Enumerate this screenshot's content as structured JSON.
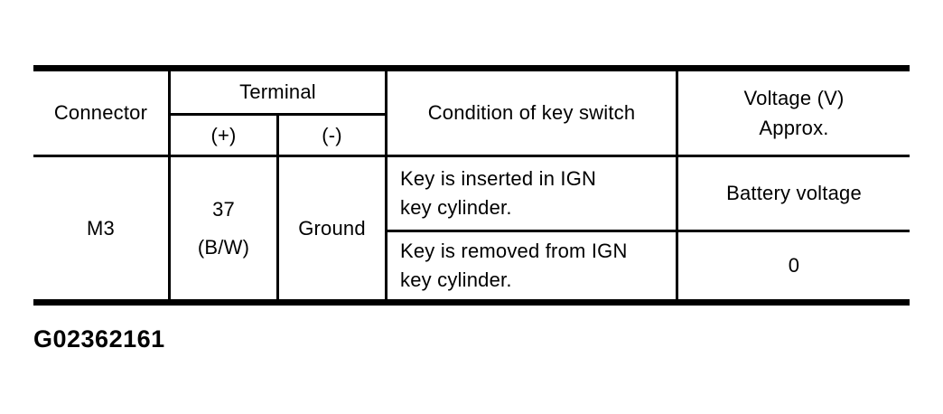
{
  "page": {
    "background": "#ffffff"
  },
  "figure_id": "G02362161",
  "table": {
    "border_color": "#000000",
    "text_color": "#000000",
    "headers": {
      "connector": "Connector",
      "terminal_group": "Terminal",
      "terminal_plus": "(+)",
      "terminal_minus": "(-)",
      "condition": "Condition of key switch",
      "voltage_line1": "Voltage (V)",
      "voltage_line2": "Approx."
    },
    "body": {
      "connector": "M3",
      "terminal_plus_line1": "37",
      "terminal_plus_line2": "(B/W)",
      "terminal_minus": "Ground",
      "rows": [
        {
          "condition_line1": "Key is inserted in IGN",
          "condition_line2": "key cylinder.",
          "voltage": "Battery voltage"
        },
        {
          "condition_line1": "Key is removed from IGN",
          "condition_line2": "key cylinder.",
          "voltage": "0"
        }
      ]
    }
  }
}
